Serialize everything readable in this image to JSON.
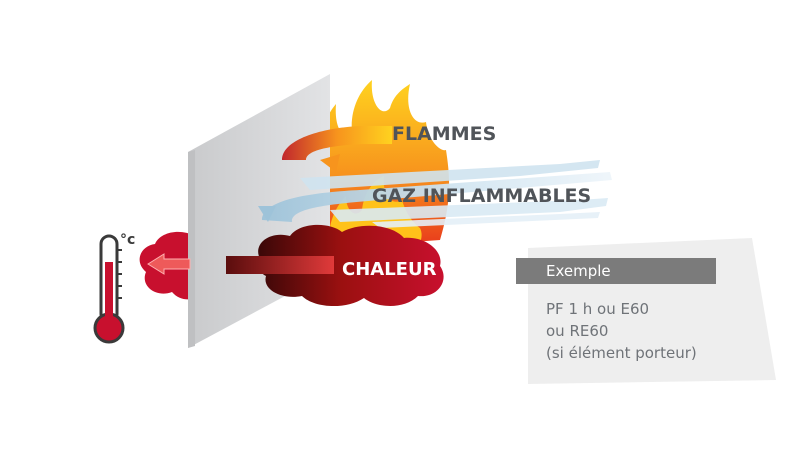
{
  "labels": {
    "flames": "FLAMMES",
    "gases": "GAZ INFLAMMABLES",
    "heat": "CHALEUR",
    "unit": "°c"
  },
  "example": {
    "title": "Exemple",
    "line1": "PF 1 h ou E60",
    "line2": "ou RE60",
    "line3": "(si élément porteur)"
  },
  "colors": {
    "flame_dark": "#e8351c",
    "flame_mid": "#f7941d",
    "flame_light": "#ffd21f",
    "heat_red": "#c8102e",
    "gas_blue": "#b9d7ea",
    "wall": "#d6d7d9",
    "text_gray": "#505459"
  }
}
